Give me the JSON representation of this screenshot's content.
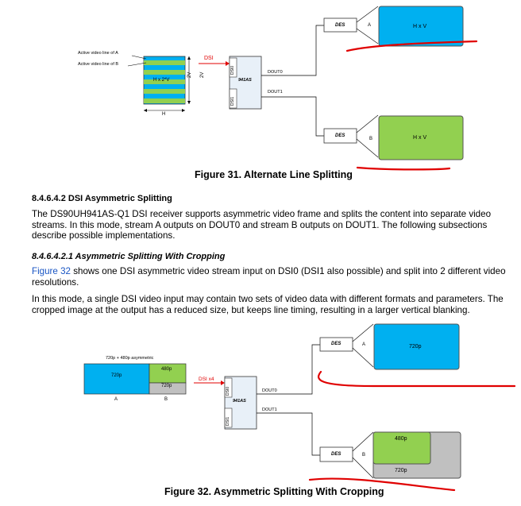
{
  "figure31": {
    "label_active_a": "Active video line of A",
    "label_active_b": "Active video line of B",
    "frame_label": "H x 2*V",
    "frame_h": "H",
    "frame_v": "2V",
    "frame_v_right": "2V",
    "dsi": "DSI",
    "chip": "941AS",
    "dsi0": "DSI0",
    "dsi1": "DSI1",
    "dout0": "DOUT0",
    "dout1": "DOUT1",
    "des_a": "DES",
    "des_b": "DES",
    "port_a": "A",
    "port_b": "B",
    "screen_a": "H x V",
    "screen_b": "H x V",
    "caption": "Figure 31.  Alternate Line Splitting"
  },
  "section": {
    "heading1": "8.4.6.4.2   DSI Asymmetric Splitting",
    "para1": "The DS90UH941AS-Q1 DSI receiver supports asymmetric video frame and splits the content into separate video streams. In this mode, stream A outputs on DOUT0 and stream B outputs on DOUT1. The following subsections describe possible implementations.",
    "heading2": "8.4.6.4.2.1   Asymmetric Splitting With Cropping",
    "para2_link": "Figure 32",
    "para2_rest": " shows one DSI asymmetric video stream input on DSI0 (DSI1 also possible) and split into 2 different video resolutions.",
    "para3": "In this mode, a single DSI video input may contain two sets of video data with different formats and parameters. The cropped image at the output has a reduced size, but keeps line timing, resulting in a larger vertical blanking."
  },
  "figure32": {
    "input_title": "720p + 480p asymmetric",
    "in_720": "720p",
    "in_480": "480p",
    "in_720b": "720p",
    "label_a": "A",
    "label_b": "B",
    "dsi": "DSI x4",
    "chip": "941AS",
    "dsi0": "DSI0",
    "dsi1": "DSI1",
    "dout0": "DOUT0",
    "dout1": "DOUT1",
    "des_a": "DES",
    "des_b": "DES",
    "port_a": "A",
    "port_b": "B",
    "screen_a": "720p",
    "screen_b_inner": "480p",
    "screen_b_outer": "720p",
    "caption": "Figure 32.  Asymmetric Splitting With Cropping"
  },
  "colors": {
    "blue": "#00b0f0",
    "green": "#92d050",
    "gray": "#c0c0c0",
    "chip_fill": "#e8f0f8",
    "annotation_red": "#e00000",
    "link": "#1a56c4"
  }
}
